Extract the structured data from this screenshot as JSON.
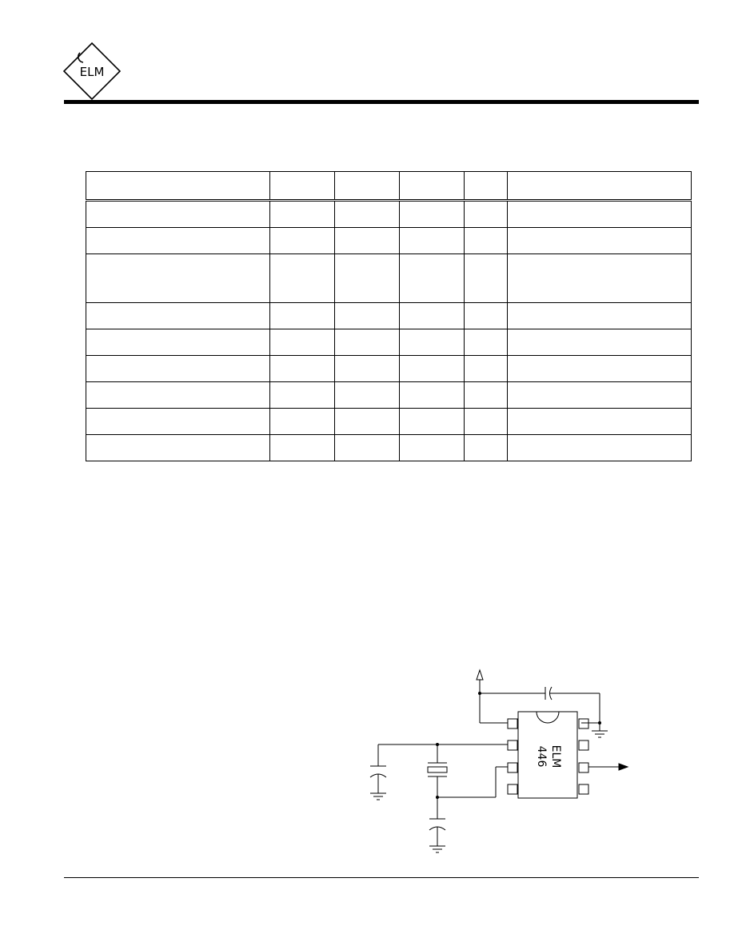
{
  "logo": {
    "text": "ELM"
  },
  "table": {
    "column_count": 6,
    "rows": [
      {
        "cells": [
          "",
          "",
          "",
          "",
          "",
          ""
        ],
        "tall": false,
        "header": true
      },
      {
        "cells": [
          "",
          "",
          "",
          "",
          "",
          ""
        ],
        "tall": false
      },
      {
        "cells": [
          "",
          "",
          "",
          "",
          "",
          ""
        ],
        "tall": false
      },
      {
        "cells": [
          "",
          "",
          "",
          "",
          "",
          ""
        ],
        "tall": true
      },
      {
        "cells": [
          "",
          "",
          "",
          "",
          "",
          ""
        ],
        "tall": false
      },
      {
        "cells": [
          "",
          "",
          "",
          "",
          "",
          ""
        ],
        "tall": false
      },
      {
        "cells": [
          "",
          "",
          "",
          "",
          "",
          ""
        ],
        "tall": false
      },
      {
        "cells": [
          "",
          "",
          "",
          "",
          "",
          ""
        ],
        "tall": false
      },
      {
        "cells": [
          "",
          "",
          "",
          "",
          "",
          ""
        ],
        "tall": false
      },
      {
        "cells": [
          "",
          "",
          "",
          "",
          "",
          ""
        ],
        "tall": false
      }
    ]
  },
  "schematic": {
    "chip_line1": "ELM",
    "chip_line2": "446"
  }
}
